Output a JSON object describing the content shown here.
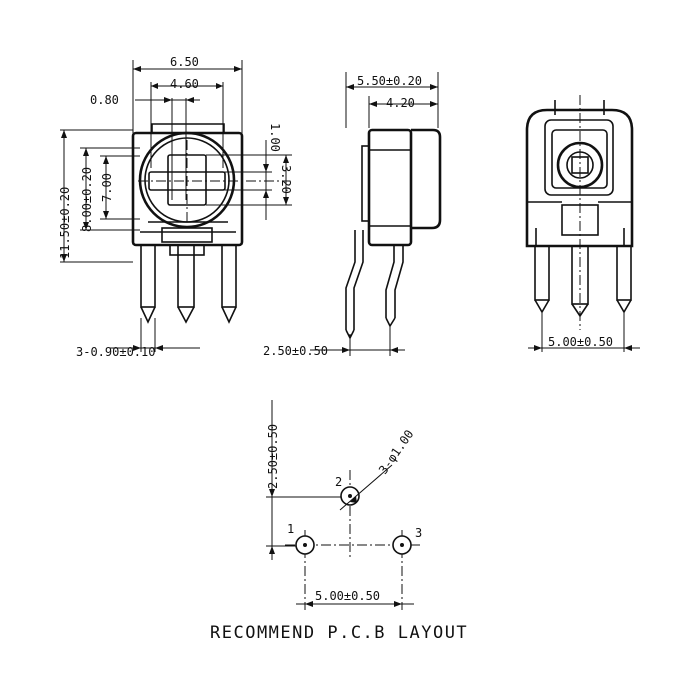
{
  "front_view": {
    "width": "6.50",
    "inner_width": "4.60",
    "offset": "0.80",
    "total_height": "11.50±0.20",
    "body_height": "8.00±0.20",
    "rotor_height": "7.00",
    "slot_width": "1.00",
    "slot_length": "3.20",
    "pin_width": "3-0.90±0.10"
  },
  "side_view": {
    "depth": "5.50±0.20",
    "inner_depth": "4.20",
    "pin_offset": "2.50±0.50"
  },
  "rear_view": {
    "pin_pitch": "5.00±0.50"
  },
  "pcb_layout": {
    "vertical_spacing": "2.50±0.50",
    "hole_spec": "3-φ1.00",
    "pin1": "1",
    "pin2": "2",
    "pin3": "3",
    "pitch": "5.00±0.50",
    "caption": "RECOMMEND P.C.B LAYOUT"
  }
}
